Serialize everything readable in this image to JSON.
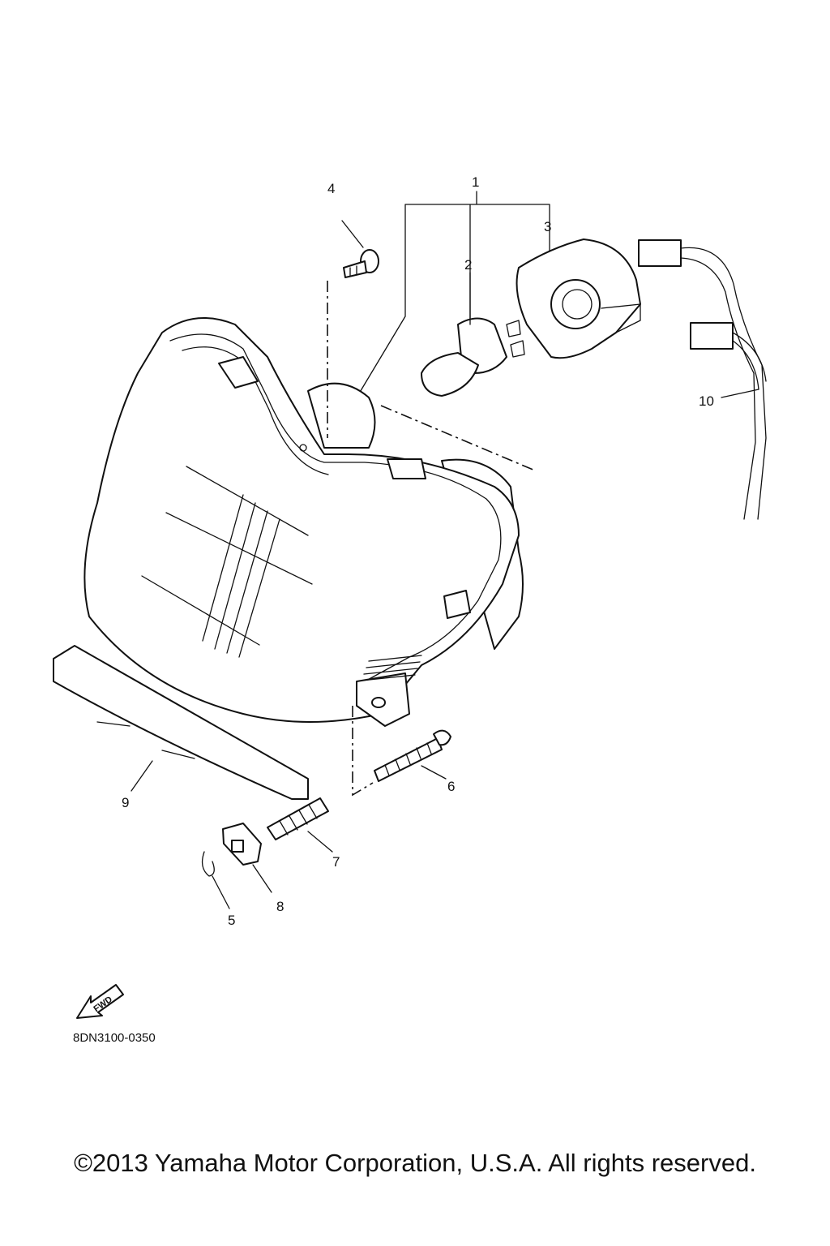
{
  "callouts": {
    "p1": "1",
    "p2": "2",
    "p3": "3",
    "p4": "4",
    "p5": "5",
    "p6": "6",
    "p7": "7",
    "p8": "8",
    "p9": "9",
    "p10": "10"
  },
  "fwd_label": "FWD",
  "drawing_id": "8DN3100-0350",
  "copyright": "©2013 Yamaha Motor Corporation, U.S.A. All rights reserved."
}
